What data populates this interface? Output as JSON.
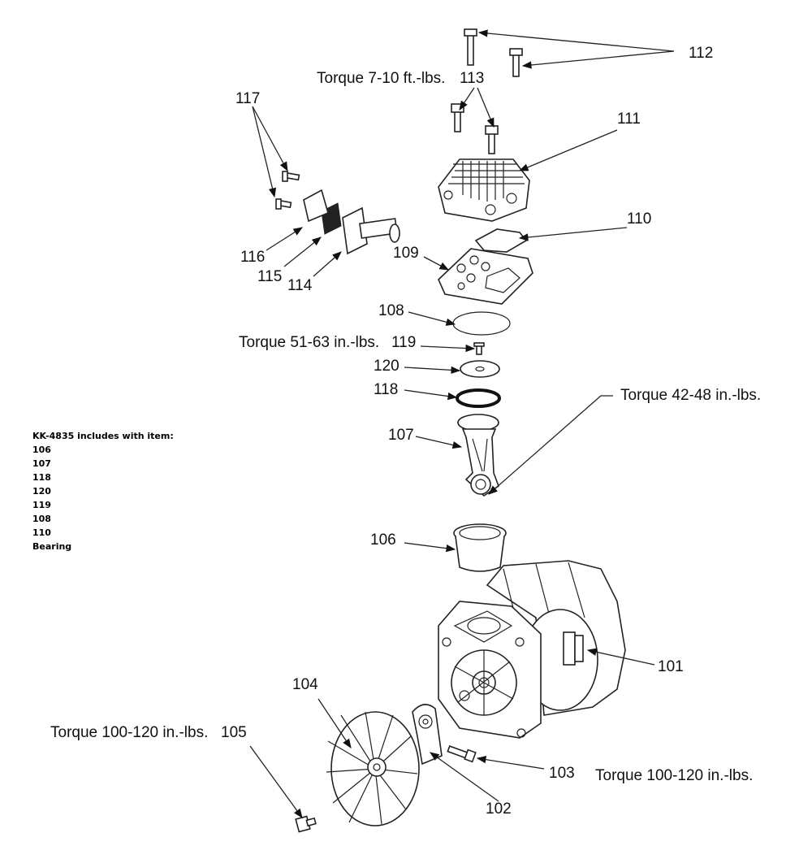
{
  "callouts": {
    "c101": "101",
    "c102": "102",
    "c103": "103",
    "c104": "104",
    "c105": "105",
    "c106": "106",
    "c107": "107",
    "c108": "108",
    "c109": "109",
    "c110": "110",
    "c111": "111",
    "c112": "112",
    "c113": "113",
    "c114": "114",
    "c115": "115",
    "c116": "116",
    "c117": "117",
    "c118": "118",
    "c119": "119",
    "c120": "120"
  },
  "torque": {
    "t113": "Torque  7-10 ft.-lbs.",
    "t119": "Torque  51-63 in.-lbs.",
    "t107": "Torque  42-48 in.-lbs.",
    "t105": "Torque 100-120 in.-lbs.",
    "t103": "Torque 100-120 in.-lbs."
  },
  "kit": {
    "title": "KK-4835 includes with item:",
    "items": [
      "106",
      "107",
      "118",
      "120",
      "119",
      "108",
      "110",
      "Bearing"
    ]
  }
}
